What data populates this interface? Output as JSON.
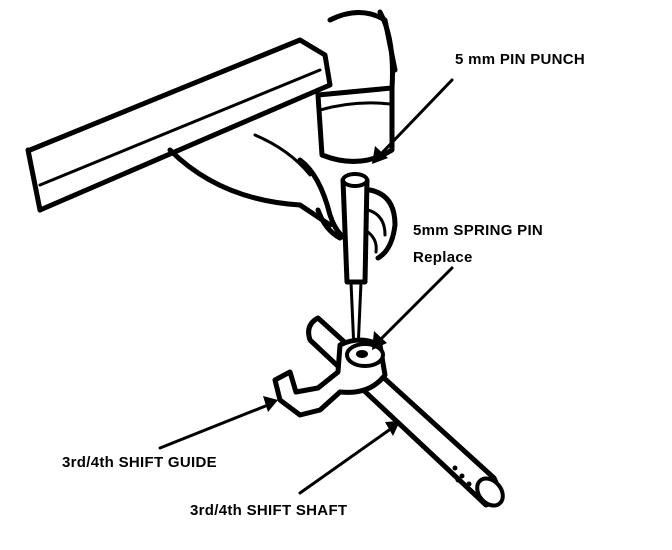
{
  "labels": {
    "pin_punch": "5 mm PIN PUNCH",
    "spring_pin_line1": "5mm SPRING PIN",
    "spring_pin_line2": "Replace",
    "shift_guide": "3rd/4th SHIFT GUIDE",
    "shift_shaft": "3rd/4th SHIFT SHAFT"
  },
  "colors": {
    "ink": "#000000",
    "paper": "#ffffff"
  }
}
